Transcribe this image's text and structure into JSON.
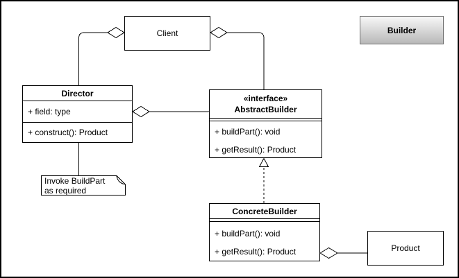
{
  "diagram": {
    "legend": {
      "label": "Builder"
    },
    "classes": {
      "client": {
        "name": "Client"
      },
      "director": {
        "name": "Director",
        "attributes": [
          "+ field: type"
        ],
        "methods": [
          "+ construct(): Product"
        ]
      },
      "abstractBuilder": {
        "stereotype": "«interface»",
        "name": "AbstractBuilder",
        "attributes": [],
        "methods": [
          "+ buildPart(): void",
          "+ getResult(): Product"
        ]
      },
      "concreteBuilder": {
        "name": "ConcreteBuilder",
        "attributes": [],
        "methods": [
          "+ buildPart(): void",
          "+ getResult(): Product"
        ]
      },
      "product": {
        "name": "Product"
      }
    },
    "note": {
      "lines": [
        "Invoke BuildPart",
        "as required"
      ]
    },
    "connectors": [
      {
        "type": "aggregation",
        "whole": "Client",
        "part": "Director"
      },
      {
        "type": "aggregation",
        "whole": "Client",
        "part": "AbstractBuilder"
      },
      {
        "type": "aggregation",
        "whole": "Director",
        "part": "AbstractBuilder"
      },
      {
        "type": "realization",
        "from": "ConcreteBuilder",
        "to": "AbstractBuilder"
      },
      {
        "type": "aggregation",
        "whole": "ConcreteBuilder",
        "part": "Product"
      },
      {
        "type": "note-link",
        "from": "Director",
        "to": "note"
      }
    ],
    "colors": {
      "stroke": "#000000",
      "background": "#ffffff",
      "legend_border": "#707070",
      "legend_gradient_top": "#f8f8f8",
      "legend_gradient_bottom": "#b8b8b8"
    }
  }
}
